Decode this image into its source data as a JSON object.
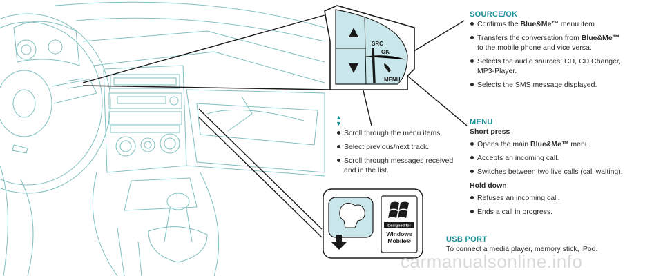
{
  "steering_panel": {
    "src_label": "SRC",
    "ok_label": "OK",
    "menu_label": "MENU",
    "up_icon": "triangle-up-icon",
    "down_icon": "triangle-down-icon",
    "phone_icon": "phone-handset-icon"
  },
  "source_ok": {
    "heading": "SOURCE/OK",
    "items": [
      {
        "pre": "Confirms the ",
        "bold": "Blue&Me™",
        "post": " menu item.",
        "line2": ""
      },
      {
        "pre": "Transfers the conversation from ",
        "bold": "Blue&Me™",
        "post": "",
        "line2": "to the mobile phone and vice versa."
      },
      {
        "pre": "Selects the audio sources: CD, CD Changer,",
        "bold": "",
        "post": "",
        "line2": "MP3-Player."
      },
      {
        "pre": "Selects the SMS message displayed.",
        "bold": "",
        "post": "",
        "line2": ""
      }
    ]
  },
  "scroll": {
    "items": [
      {
        "text": "Scroll through the menu items.",
        "line2": ""
      },
      {
        "text": "Select previous/next track.",
        "line2": ""
      },
      {
        "text": "Scroll through messages received",
        "line2": "and in the list."
      }
    ]
  },
  "menu": {
    "heading": "MENU",
    "short_press": "Short press",
    "short_items": [
      {
        "pre": "Opens the main ",
        "bold": "Blue&Me™",
        "post": " menu."
      },
      {
        "pre": "Accepts an incoming call.",
        "bold": "",
        "post": ""
      },
      {
        "pre": "Switches between two live calls (call waiting).",
        "bold": "",
        "post": ""
      }
    ],
    "hold_down": "Hold down",
    "hold_items": [
      {
        "text": "Refuses an incoming call."
      },
      {
        "text": "Ends a call in progress."
      }
    ]
  },
  "usb": {
    "heading": "USB PORT",
    "description": "To connect a media player, memory stick, iPod.",
    "badge_line1": "Designed for",
    "badge_line2": "Windows",
    "badge_line3": "Mobile®",
    "usb_icon": "usb-plug-icon",
    "windows_icon": "windows-flag-icon"
  },
  "watermark": "carmanualsonline.info",
  "colors": {
    "line_art": "#7fbfbf",
    "accent": "#1b8f95",
    "panel_fill": "#c9e7ea",
    "text": "#2a2a2a"
  }
}
